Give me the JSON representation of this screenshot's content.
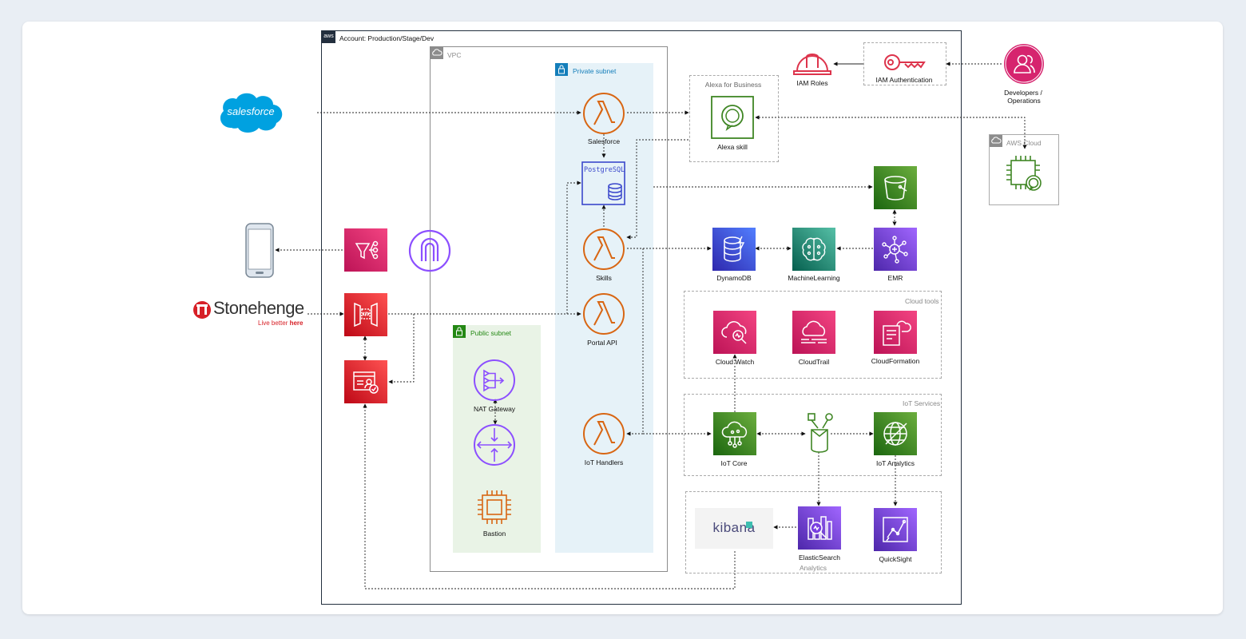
{
  "account": {
    "title": "Account: Production/Stage/Dev",
    "badge": "aws"
  },
  "vpc": {
    "title": "VPC"
  },
  "private_subnet": {
    "title": "Private subnet"
  },
  "public_subnet": {
    "title": "Public subnet"
  },
  "alexa_group": {
    "title": "Alexa for Business",
    "skill_label": "Alexa skill"
  },
  "aws_cloud": {
    "title": "AWS Cloud"
  },
  "cloud_tools": {
    "title": "Cloud tools",
    "items": [
      "Cloud Watch",
      "CloudTrail",
      "CloudFormation"
    ]
  },
  "iot_services": {
    "title": "IoT Services",
    "items": [
      "IoT Core",
      "IoT Analytics"
    ]
  },
  "analytics": {
    "title": "Analytics",
    "items": [
      "ElasticSearch",
      "QuickSight"
    ]
  },
  "lambdas": [
    "Salesforce",
    "Skills",
    "Portal API",
    "IoT Handlers"
  ],
  "database": {
    "postgres_text": "PostgreSQL"
  },
  "storage": [
    "DynamoDB",
    "MachineLearning",
    "EMR"
  ],
  "iam": {
    "roles": "IAM Roles",
    "auth": "IAM Authentication"
  },
  "developers": {
    "line1": "Developers /",
    "line2": "Operations"
  },
  "public": {
    "nat": "NAT Gateway",
    "bastion": "Bastion"
  },
  "external": {
    "salesforce_logo": "salesforce",
    "stonehenge_name": "Stonehenge",
    "stonehenge_tag_a": "Live better ",
    "stonehenge_tag_b": "here",
    "kibana_logo": "kibana"
  },
  "colors": {
    "lambda": "#d86613",
    "pink": "#e7157b",
    "red": "#dd344c",
    "green": "#3f8624",
    "purple": "#8c4fff",
    "blue": "#3b48cc",
    "private_subnet_bg": "#e6f2f8",
    "public_subnet_bg": "#e9f3e6"
  }
}
